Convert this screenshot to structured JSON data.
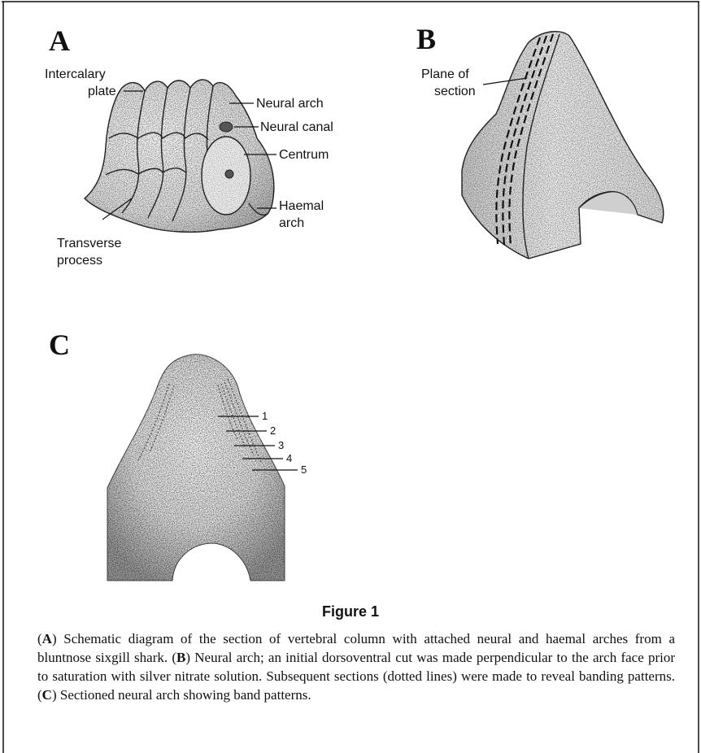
{
  "panels": {
    "a": {
      "letter": "A",
      "labels": {
        "intercalary_1": "Intercalary",
        "intercalary_2": "plate",
        "neural_arch": "Neural arch",
        "neural_canal": "Neural canal",
        "centrum": "Centrum",
        "haemal_1": "Haemal",
        "haemal_2": "arch",
        "transverse_1": "Transverse",
        "transverse_2": "process"
      }
    },
    "b": {
      "letter": "B",
      "labels": {
        "plane_1": "Plane of",
        "plane_2": "section"
      }
    },
    "c": {
      "letter": "C",
      "bands": [
        "1",
        "2",
        "3",
        "4",
        "5"
      ]
    }
  },
  "figure": {
    "title": "Figure 1",
    "caption": [
      {
        "bold": "A",
        "text": "Schematic diagram of the section of vertebral column with attached neural and haemal arches from a bluntnose sixgill shark."
      },
      {
        "bold": "B",
        "text": "Neural arch; an initial dorsoventral cut was made perpendicular to the arch face prior to saturation with silver nitrate solution. Subsequent sections (dotted lines) were made to reveal banding patterns."
      },
      {
        "bold": "C",
        "text": "Sectioned neural arch showing band patterns."
      }
    ]
  }
}
